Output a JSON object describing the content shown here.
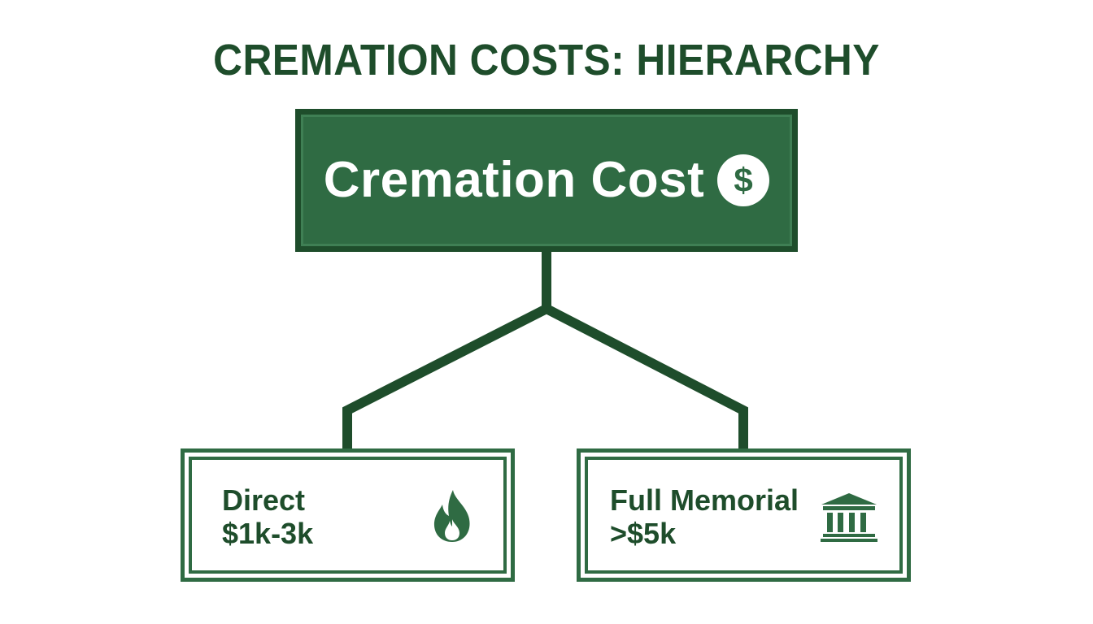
{
  "title": "CREMATION COSTS: HIERARCHY",
  "colors": {
    "primary": "#2f6b43",
    "dark": "#1e4d2b",
    "background": "#ffffff"
  },
  "root": {
    "label": "Cremation Cost",
    "icon": "dollar-icon"
  },
  "children": [
    {
      "label": "Direct",
      "value": "$1k-3k",
      "icon": "flame-icon"
    },
    {
      "label": "Full Memorial",
      "value": ">$5k",
      "icon": "bank-icon"
    }
  ]
}
